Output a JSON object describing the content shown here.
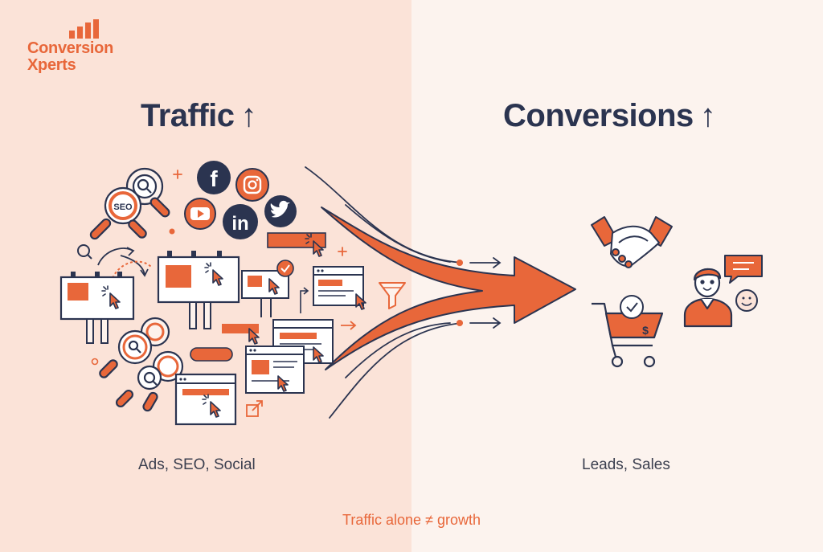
{
  "brand": {
    "name_line1": "Conversion",
    "name_line2": "Xperts",
    "accent": "#e8673a"
  },
  "left": {
    "heading": "Traffic",
    "heading_arrow": "↑",
    "caption": "Ads, SEO, Social",
    "seo_tag": "SEO"
  },
  "right": {
    "heading": "Conversions",
    "heading_arrow": "↑",
    "caption": "Leads, Sales"
  },
  "footer": "Traffic alone ≠ growth",
  "colors": {
    "accent": "#e8673a",
    "ink": "#2b3450",
    "left_bg": "#fbe3d8",
    "right_bg": "#fcf3ee"
  },
  "icons": [
    "bar-chart-icon",
    "magnifier-icon",
    "facebook-icon",
    "instagram-icon",
    "youtube-icon",
    "linkedin-icon",
    "twitter-icon",
    "billboard-icon",
    "browser-window-icon",
    "cursor-icon",
    "funnel-icon",
    "handshake-icon",
    "shopping-cart-icon",
    "person-icon",
    "chat-bubble-icon",
    "smiley-icon",
    "external-link-icon"
  ]
}
